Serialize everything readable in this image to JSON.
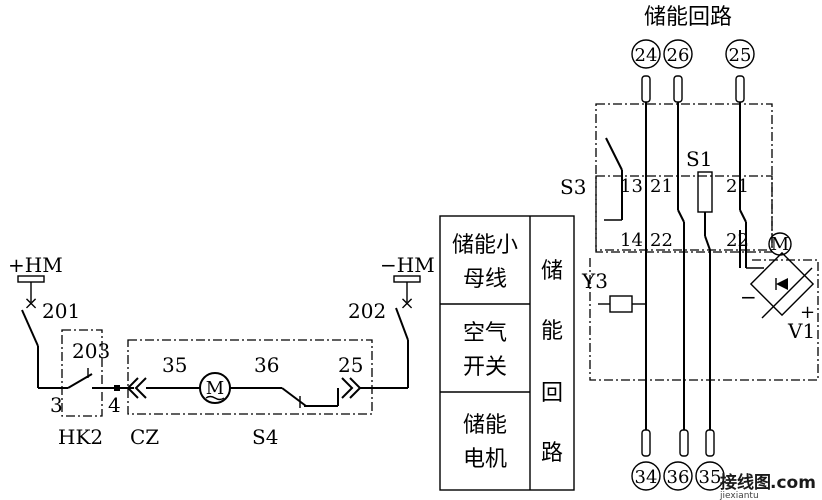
{
  "title": "储能回路",
  "terminals_top": [
    "24",
    "26",
    "25"
  ],
  "terminals_bottom": [
    "34",
    "36",
    "35"
  ],
  "labels": {
    "hm_pos": "+HM",
    "hm_neg": "−HM",
    "n201": "201",
    "n202": "202",
    "n203": "203",
    "n3": "3",
    "n4": "4",
    "hk2": "HK2",
    "cz": "CZ",
    "n35": "35",
    "n36": "36",
    "n25": "25",
    "s4": "S4",
    "motor": "M",
    "s3": "S3",
    "s1": "S1",
    "y3": "Y3",
    "v1": "V1",
    "c13": "13",
    "c21a": "21",
    "c21b": "21",
    "c14": "14",
    "c22a": "22",
    "c22b": "22",
    "minus": "−",
    "plus": "+"
  },
  "table": {
    "row1": [
      "储能小",
      "母线"
    ],
    "row2": [
      "空气",
      "开关"
    ],
    "row3": [
      "储能",
      "电机"
    ],
    "col": [
      "储",
      "能",
      "回",
      "路"
    ]
  },
  "watermark": {
    "logo": "接线图",
    "dot": ".com",
    "url": "jiexiantu"
  }
}
